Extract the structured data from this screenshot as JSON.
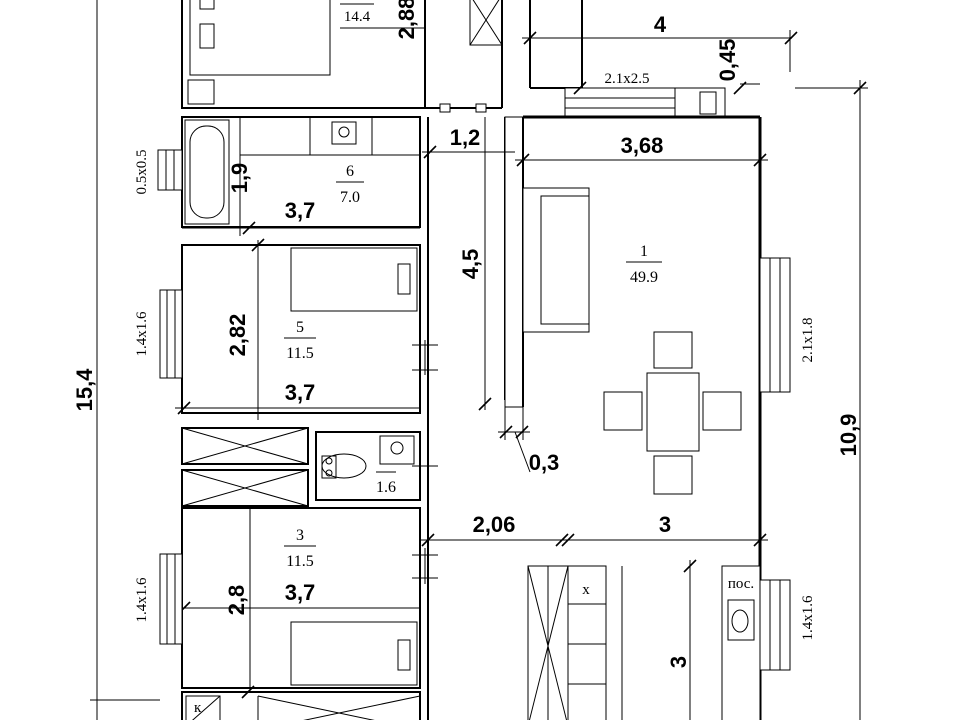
{
  "rooms": {
    "r1": {
      "number": "1",
      "area": "49.9"
    },
    "r3": {
      "number": "3",
      "area": "11.5"
    },
    "r5": {
      "number": "5",
      "area": "11.5"
    },
    "r6": {
      "number": "6",
      "area": "7.0"
    },
    "r7": {
      "area": "1.6"
    },
    "top": {
      "area": "14.4"
    }
  },
  "dimensions": {
    "total_height": "15,4",
    "right_height": "10,9",
    "top_width": "4",
    "top_offset": "0,45",
    "corridor_width": "1,2",
    "corridor_length": "4,5",
    "partition": "0,3",
    "living_width": "3,68",
    "top_room_height": "2,88",
    "bath_depth": "1,9",
    "bath_width": "3,7",
    "room5_depth": "2,82",
    "room5_width": "3,7",
    "room3_depth": "2,8",
    "room3_width": "3,7",
    "hall_width": "2,06",
    "kitchen_width": "3",
    "kitchen_depth": "3"
  },
  "windows": {
    "top_window": "2.1x2.5",
    "bath_window": "0.5x0.5",
    "room5_window": "1.4x1.6",
    "room3_window": "1.4x1.6",
    "living_window": "2.1x1.8",
    "kitchen_window": "1.4x1.6"
  },
  "labels": {
    "kitchen_mark": "x",
    "stove_mark": "пос.",
    "corner_mark": "к"
  }
}
